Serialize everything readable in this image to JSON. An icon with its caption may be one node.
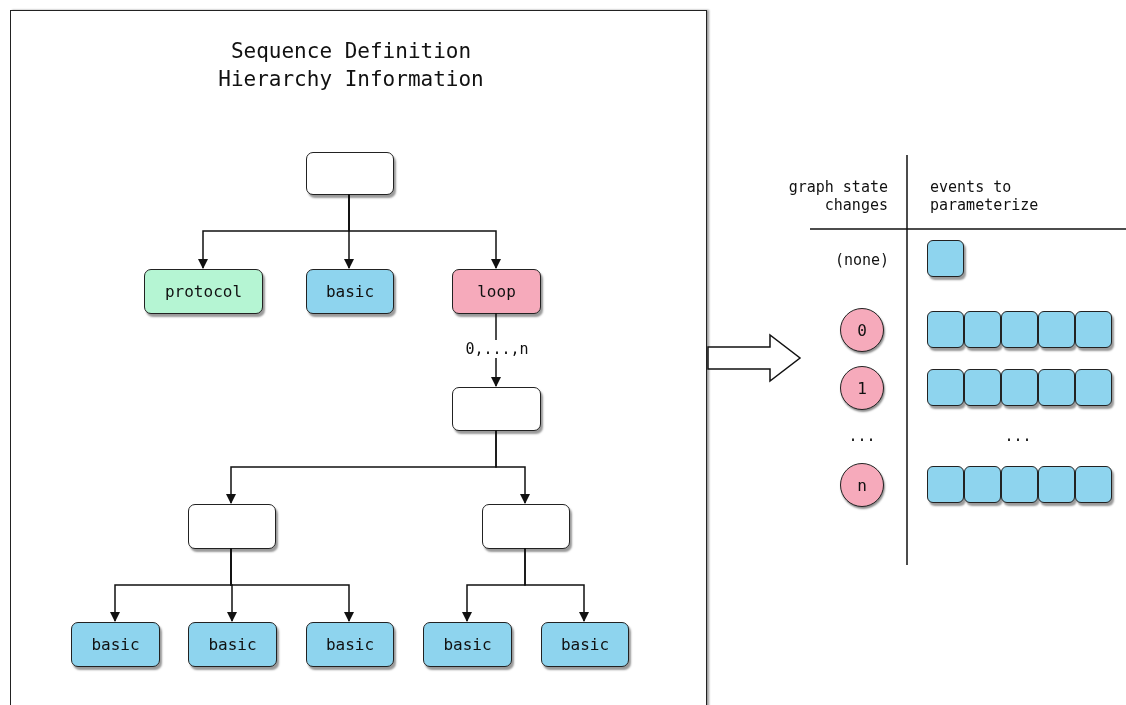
{
  "diagram": {
    "nodes": [
      {
        "text": [
          "Sequence Definition Hierarchy Information"
        ]
      },
      {
        "text": [],
        "shape": "box",
        "in": 0
      },
      {
        "text": [
          "protocol"
        ],
        "in": 0
      },
      {
        "text": [
          "basic"
        ],
        "in": 0
      },
      {
        "text": [
          "loop"
        ],
        "in": 0
      },
      {
        "text": [],
        "shape": "box",
        "in": 0
      },
      {
        "text": [],
        "shape": "box",
        "in": 0
      },
      {
        "text": [],
        "shape": "box",
        "in": 0
      },
      {
        "text": [
          "basic"
        ],
        "in": 0
      },
      {
        "text": [
          "basic"
        ],
        "in": 0
      },
      {
        "text": [
          "basic"
        ],
        "in": 0
      },
      {
        "text": [
          "basic"
        ],
        "in": 0
      },
      {
        "text": [
          "basic"
        ],
        "in": 0
      },
      {
        "text": [
          "0"
        ]
      },
      {
        "text": [
          "1"
        ]
      },
      {
        "text": [
          "n"
        ]
      },
      {
        "text": [],
        "shape": "box"
      },
      {
        "text": [],
        "shape": "box"
      },
      {
        "text": [],
        "shape": "box"
      },
      {
        "text": [],
        "shape": "box"
      },
      {
        "text": [],
        "shape": "box"
      },
      {
        "text": [],
        "shape": "box"
      },
      {
        "text": [],
        "shape": "box"
      },
      {
        "text": [],
        "shape": "box"
      },
      {
        "text": [],
        "shape": "box"
      },
      {
        "text": [],
        "shape": "box"
      },
      {
        "text": [],
        "shape": "box"
      },
      {
        "text": [],
        "shape": "box"
      },
      {
        "text": [],
        "shape": "box"
      },
      {
        "text": [],
        "shape": "box"
      },
      {
        "text": [],
        "shape": "box"
      },
      {
        "text": [],
        "shape": "box"
      }
    ],
    "edges": [
      {
        "from": 1,
        "to": 2,
        "arrow": "to"
      },
      {
        "from": 1,
        "to": 3,
        "arrow": "to"
      },
      {
        "from": 1,
        "to": 4,
        "arrow": "to"
      },
      {
        "from": 4,
        "to": 5,
        "arrow": "to",
        "label": "0,...,n"
      },
      {
        "from": 5,
        "to": 6,
        "arrow": "to"
      },
      {
        "from": 5,
        "to": 7,
        "arrow": "to"
      },
      {
        "from": 6,
        "to": 8,
        "arrow": "to"
      },
      {
        "from": 6,
        "to": 9,
        "arrow": "to"
      },
      {
        "from": 6,
        "to": 10,
        "arrow": "to"
      },
      {
        "from": 7,
        "to": 11,
        "arrow": "to"
      },
      {
        "from": 7,
        "to": 12,
        "arrow": "to"
      },
      {
        "from": 0,
        "to": null,
        "arrow": "to",
        "style": "thick"
      }
    ],
    "labels": [
      "graph state changes",
      "events to parameterize",
      "(none)",
      "...",
      "..."
    ]
  }
}
